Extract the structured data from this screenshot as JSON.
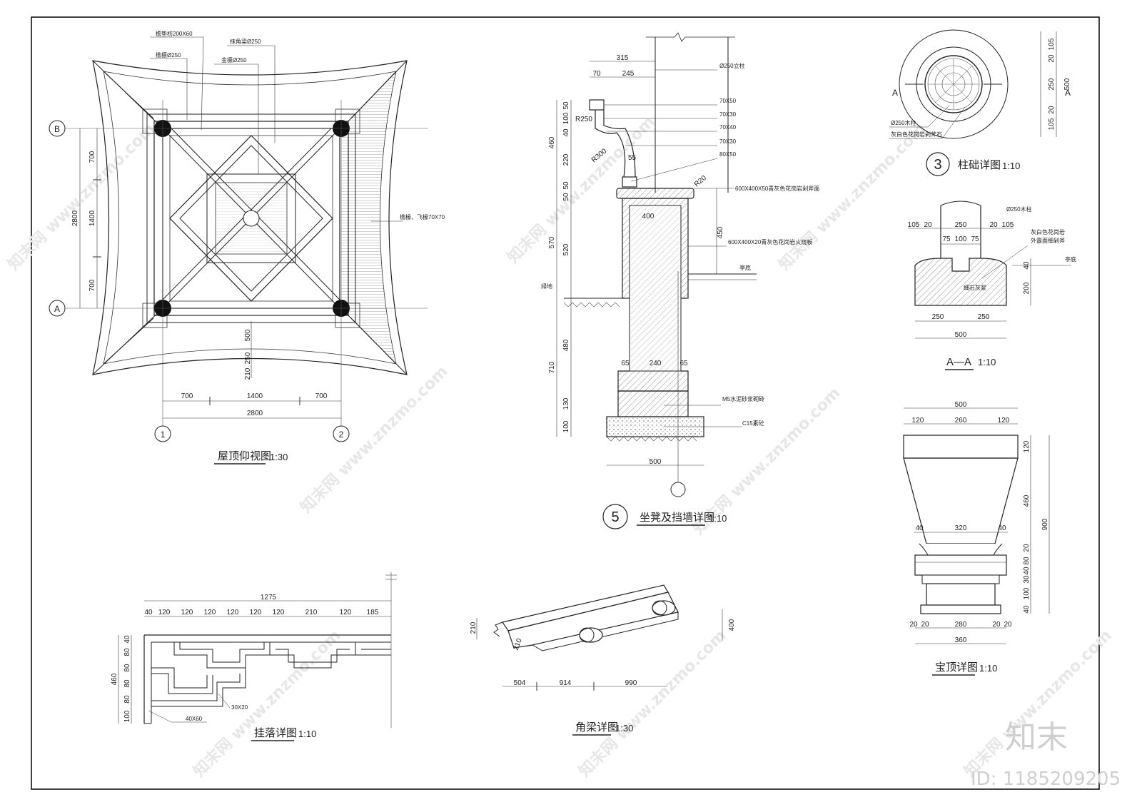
{
  "watermark": {
    "brand": "知末",
    "id_text": "ID: 1185209205",
    "diagonal_text": "知末网 www.znzmo.com"
  },
  "roof_plan": {
    "title": "屋顶仰视图",
    "scale": "1:30",
    "grid_labels": {
      "a": "A",
      "b": "B",
      "c1": "1",
      "c2": "2"
    },
    "notes": {
      "eave_board": "檐垫枋200X60",
      "eave_purlin": "檐檩Ø250",
      "hip_beam": "抹角梁Ø250",
      "king_purlin": "金檩Ø250",
      "rafter": "檐椽、飞椽70X70"
    },
    "dims_left": [
      "700",
      "1400",
      "700",
      "2800"
    ],
    "dims_bottom": [
      "700",
      "1400",
      "700",
      "2800"
    ],
    "dims_mid": [
      "500",
      "250",
      "210"
    ]
  },
  "wall_detail": {
    "number": "5",
    "title": "坐凳及挡墙详图",
    "scale": "1:10",
    "notes": {
      "post": "Ø250立柱",
      "m1": "70X50",
      "m2": "70X30",
      "m3": "70X40",
      "m4": "70X30",
      "m5": "80X50",
      "cap": "600X400X50青灰色花岗岩剁斧面",
      "face": "600X400X20青灰色花岗岩火烧板",
      "ground_right": "亭底",
      "ground_left": "绿地",
      "brick": "M5水泥砂浆砌砖",
      "concrete": "C15素砼"
    },
    "dims_top": [
      "315",
      "70",
      "245"
    ],
    "dims_vert": [
      "50",
      "100",
      "40",
      "220",
      "460",
      "50",
      "50",
      "570",
      "520",
      "480",
      "710",
      "130",
      "100"
    ],
    "radius": [
      "R250",
      "R300",
      "R20"
    ],
    "dims_misc": [
      "55",
      "400",
      "450",
      "65",
      "240",
      "65",
      "500"
    ]
  },
  "base_detail": {
    "number": "3",
    "title": "柱础详图",
    "scale": "1:10",
    "section_mark": "A",
    "notes": {
      "post": "Ø250木柱",
      "stone": "灰白色花岗岩剁斧石"
    },
    "dims": [
      "105",
      "20",
      "250",
      "20",
      "105",
      "500"
    ]
  },
  "section_aa": {
    "title": "A—A",
    "scale": "1:10",
    "notes": {
      "post": "Ø250木柱",
      "stone_1": "灰白色花岗岩",
      "stone_2": "外露面细剁斧",
      "ground": "亭底",
      "mortar": "细石灰浆"
    },
    "dims_top": [
      "105",
      "20",
      "250",
      "20",
      "105",
      "75",
      "100",
      "75"
    ],
    "dims_bottom": [
      "250",
      "250",
      "500"
    ],
    "dims_side": [
      "40",
      "200"
    ]
  },
  "finial": {
    "title": "宝顶详图",
    "scale": "1:10",
    "dims_top": [
      "500",
      "120",
      "260",
      "120"
    ],
    "dims_mid": [
      "40",
      "320",
      "40"
    ],
    "dims_bottom": [
      "20",
      "20",
      "280",
      "20",
      "20",
      "360"
    ],
    "dims_side": [
      "120",
      "460",
      "900",
      "20",
      "80",
      "40",
      "30",
      "100",
      "40"
    ]
  },
  "hanging_fret": {
    "title": "挂落详图",
    "scale": "1:10",
    "dims_top": [
      "1275",
      "40",
      "120",
      "120",
      "120",
      "120",
      "120",
      "120",
      "210",
      "120",
      "185"
    ],
    "dims_side": [
      "40",
      "80",
      "80",
      "80",
      "80",
      "100",
      "460"
    ],
    "notes": {
      "bar": "30X20",
      "frame": "40X60"
    }
  },
  "corner_beam": {
    "title": "角梁详图",
    "scale": "1:30",
    "dims": [
      "504",
      "914",
      "990",
      "210",
      "210",
      "400"
    ]
  }
}
